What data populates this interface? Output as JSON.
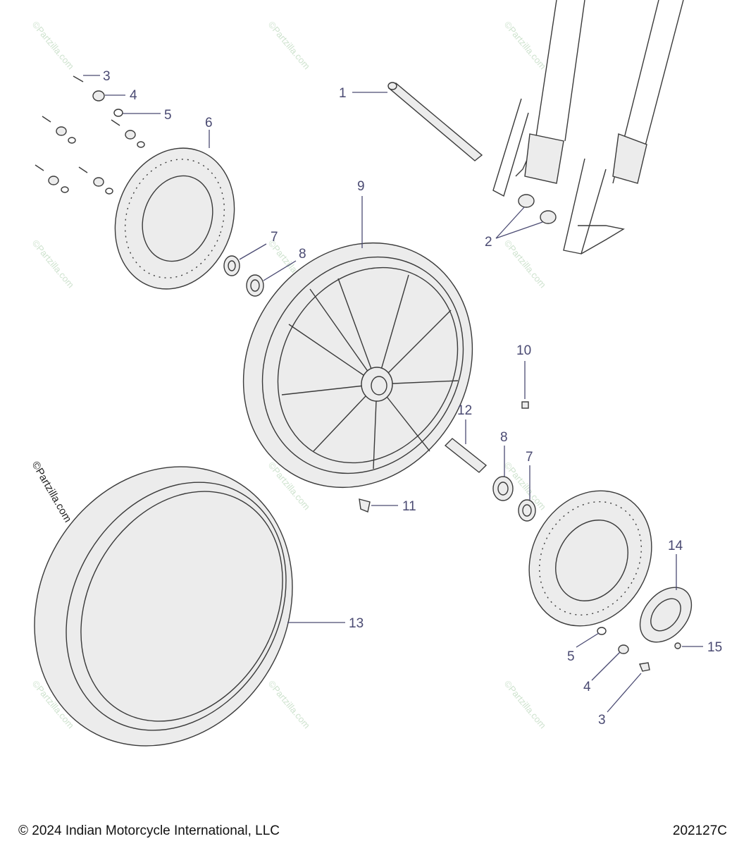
{
  "watermark": "©Partzilla.com",
  "footer": {
    "copyright": "© 2024 Indian Motorcycle International, LLC",
    "diagram_code": "202127C"
  },
  "callouts": {
    "c1": "1",
    "c2": "2",
    "c3a": "3",
    "c4a": "4",
    "c5a": "5",
    "c6": "6",
    "c7a": "7",
    "c8a": "8",
    "c9": "9",
    "c10": "10",
    "c11": "11",
    "c12": "12",
    "c8b": "8",
    "c7b": "7",
    "c13": "13",
    "c14": "14",
    "c5b": "5",
    "c15": "15",
    "c4b": "4",
    "c3b": "3"
  },
  "colors": {
    "callout": "#4a4a72",
    "line": "#3a3a3a",
    "watermark": "#cfe3cf"
  }
}
